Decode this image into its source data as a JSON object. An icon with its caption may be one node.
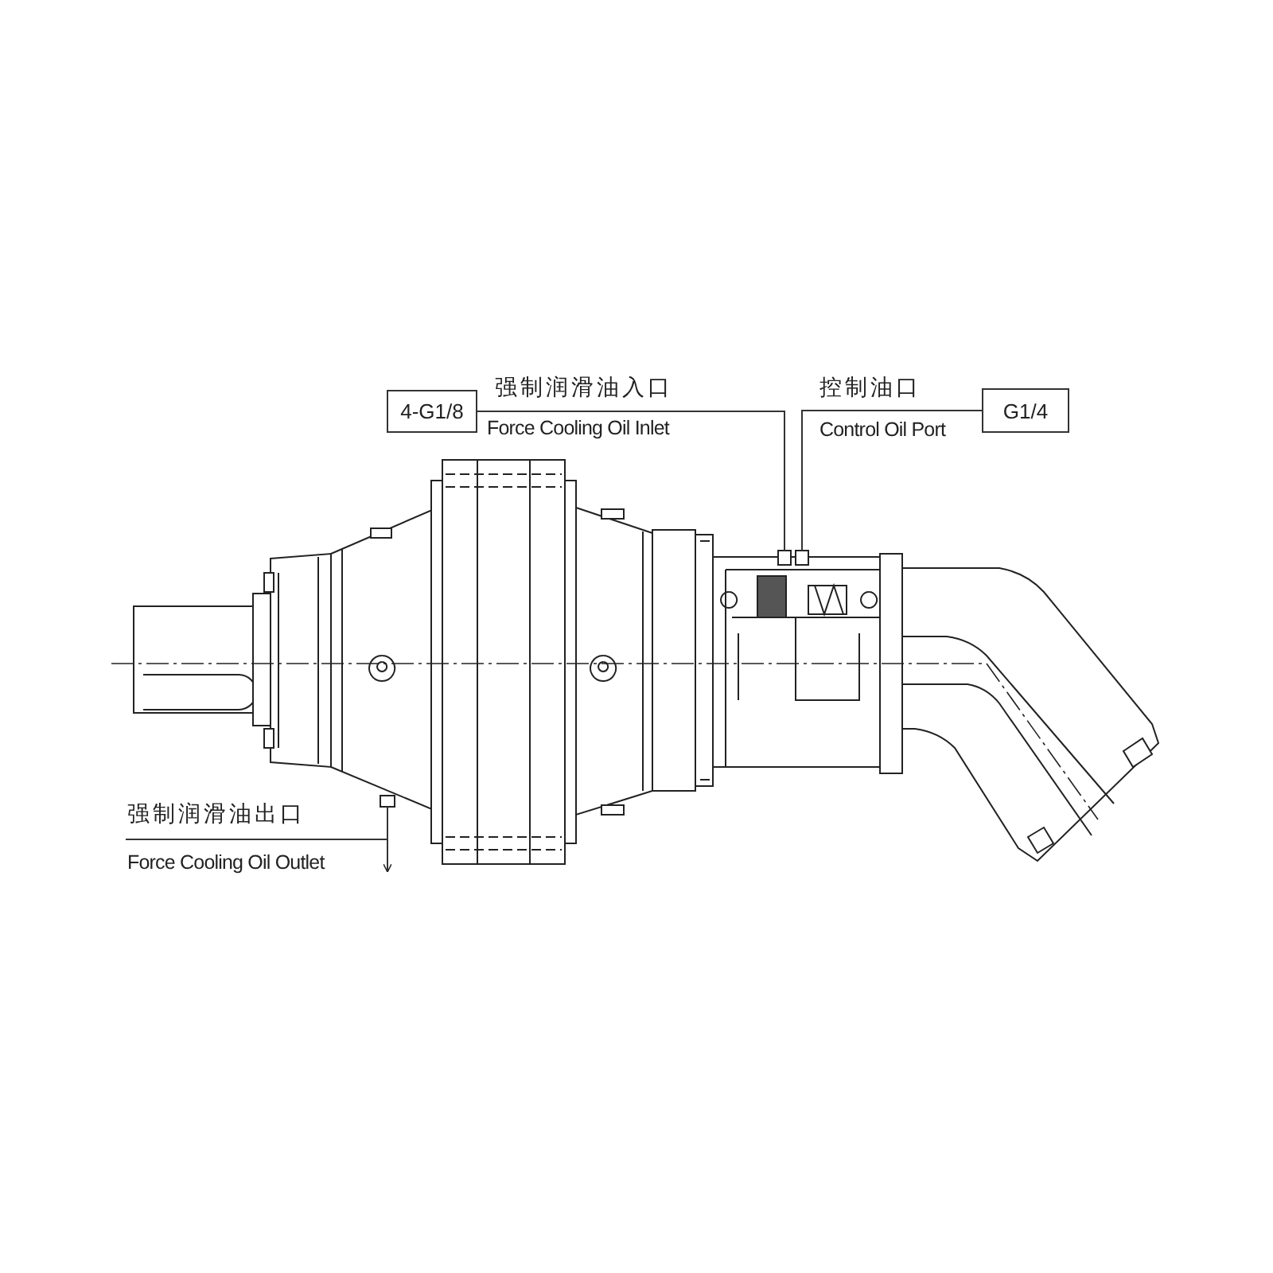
{
  "diagram": {
    "nodes": [
      {
        "text": [
          "4-G1/8"
        ],
        "beside": [
          "强制润滑油入口",
          "Force Cooling Oil Inlet"
        ]
      },
      {
        "text": [],
        "shape": "box"
      },
      {
        "text": [],
        "shape": "box"
      },
      {
        "text": [
          "G1/4"
        ],
        "beside": [
          "控制油口",
          "Control Oil Port"
        ]
      },
      {
        "text": [
          "强制润滑油出口",
          "Force Cooling Oil Outlet"
        ]
      },
      {
        "text": [],
        "shape": "box"
      }
    ],
    "edges": [
      {
        "from": 0,
        "to": 1,
        "arrow": "none"
      },
      {
        "from": 3,
        "to": 2,
        "arrow": "none"
      },
      {
        "from": 5,
        "to": 4,
        "arrow": "to"
      }
    ]
  }
}
